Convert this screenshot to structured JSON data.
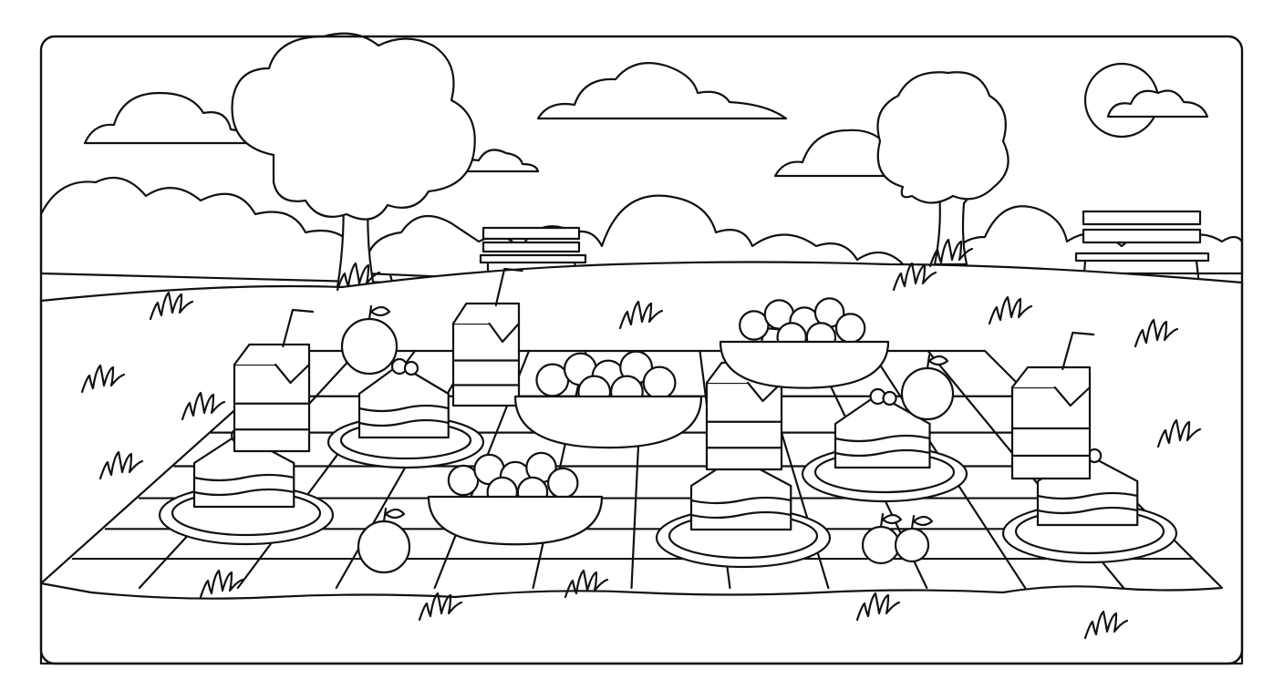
{
  "scene": {
    "kind": "coloring-page",
    "line_color": "#111111",
    "background_color": "#ffffff",
    "juice_boxes": 4,
    "cake_slices": 5,
    "fruit_bowls": 3,
    "benches": 2,
    "trees": 2
  }
}
